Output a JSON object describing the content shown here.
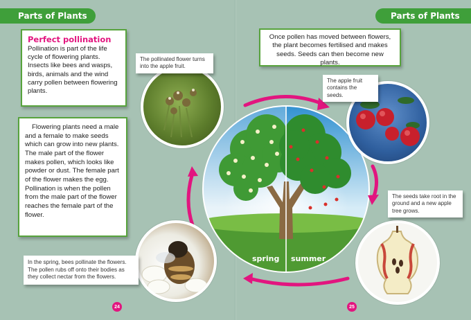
{
  "header": {
    "left_tab": "Parts of Plants",
    "right_tab": "Parts of Plants"
  },
  "pollination_box": {
    "title": "Perfect pollination",
    "body": "Pollination is part of the life cycle of flowering plants. Insects like bees and wasps, birds, animals and the wind carry pollen between flowering plants."
  },
  "flowering_box": {
    "body": "Flowering plants need a male and a female to make seeds which can grow into new plants. The male part of the flower makes pollen, which looks like powder or dust. The female part of the flower makes the egg. Pollination is when the pollen from the male part of the flower reaches the female part of the flower."
  },
  "fertilised_box": {
    "body": "Once pollen has moved between flowers, the plant becomes fertilised and makes seeds. Seeds can then become new plants."
  },
  "captions": {
    "pollinated": "The pollinated flower turns into the apple fruit.",
    "apple": "The apple fruit contains the seeds.",
    "seeds": "The seeds take root in the ground and a new apple tree grows.",
    "bees": "In the spring, bees pollinate the flowers. The pollen rubs off onto their bodies as they collect nectar from the flowers."
  },
  "tree": {
    "spring_label": "spring",
    "summer_label": "summer"
  },
  "page_numbers": {
    "left": "24",
    "right": "25"
  },
  "colors": {
    "background": "#a7c2b4",
    "tab_green": "#3f9f3a",
    "title_pink": "#e2157f",
    "arrow_pink": "#e2157f"
  }
}
